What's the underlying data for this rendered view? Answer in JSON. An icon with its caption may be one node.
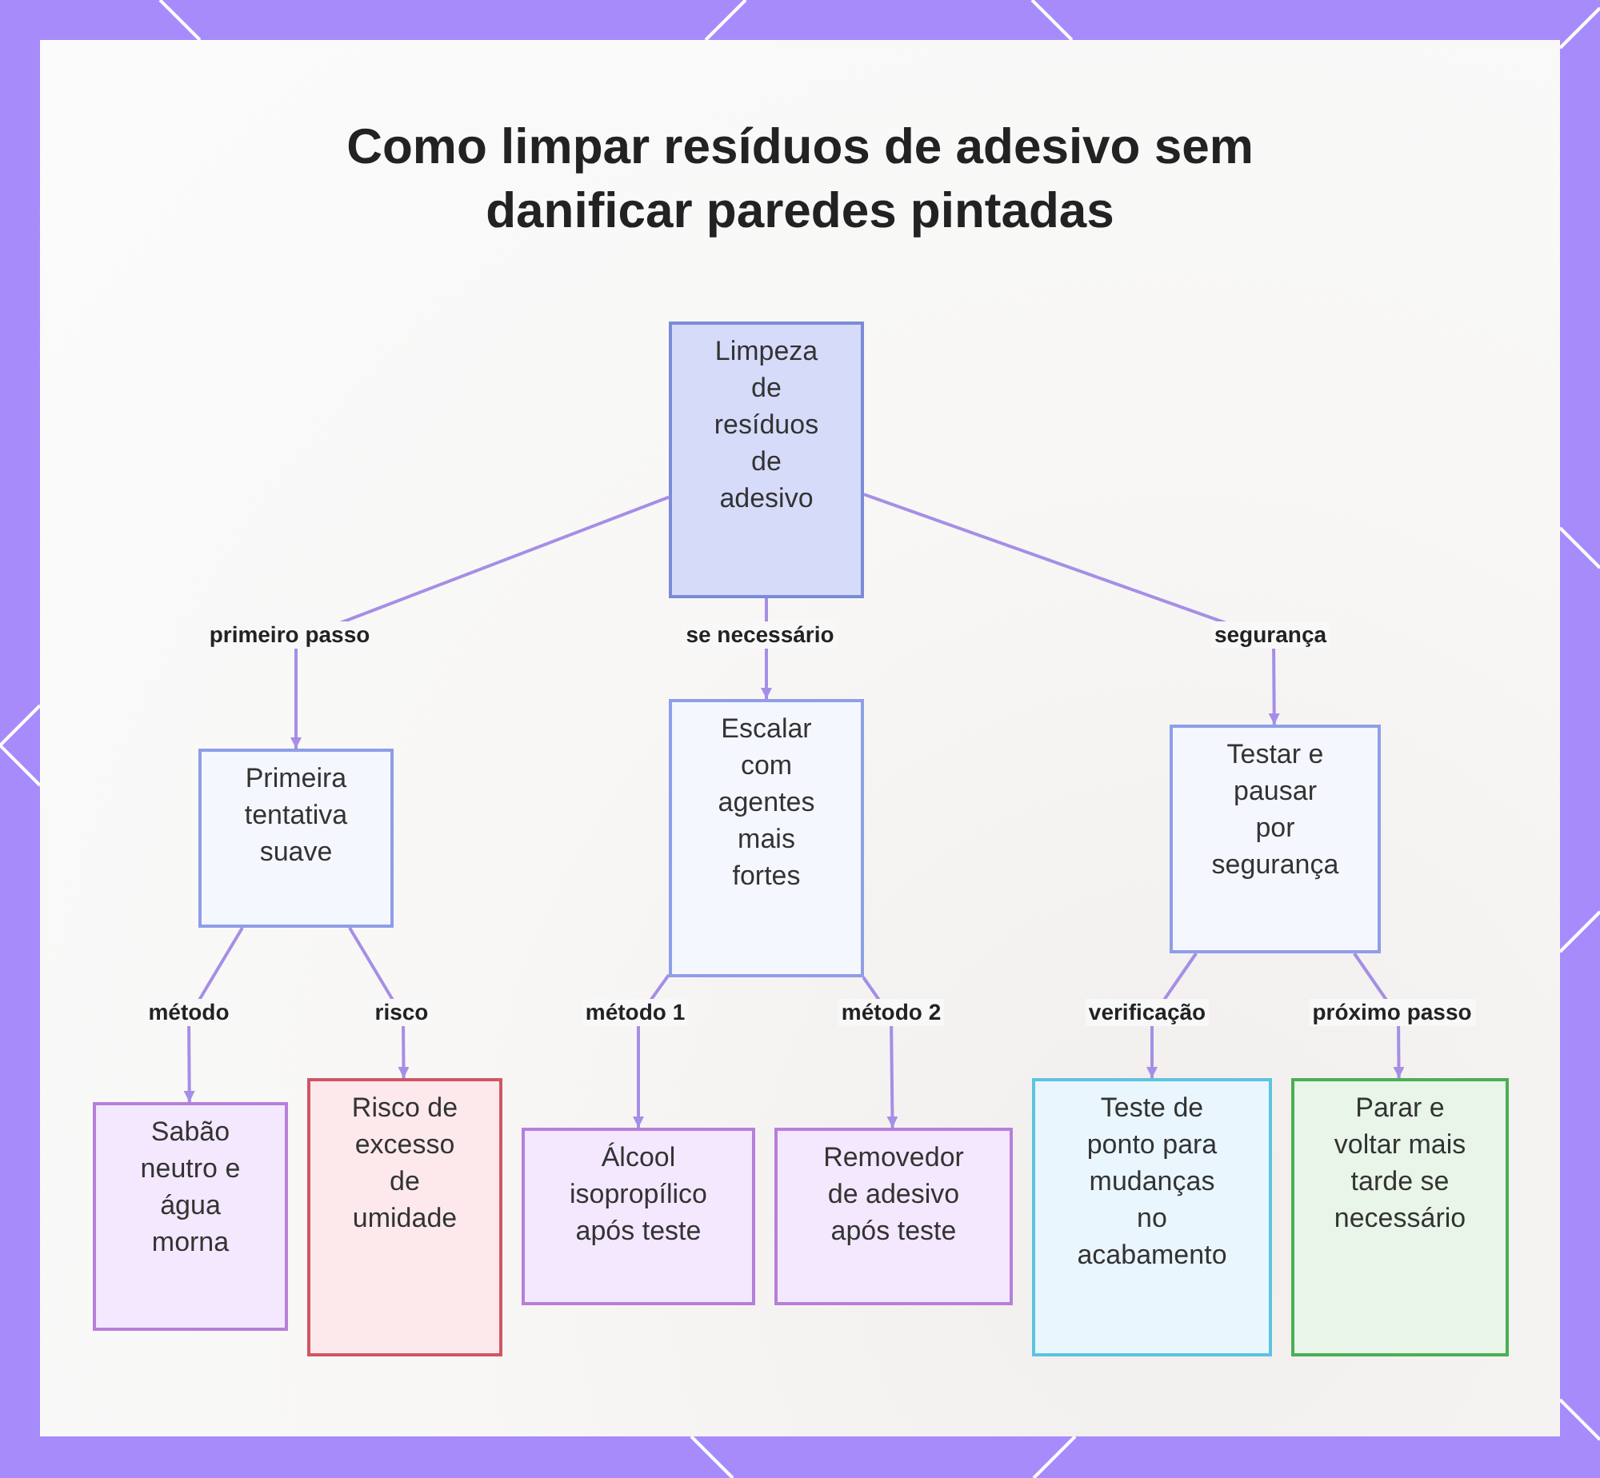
{
  "diagram": {
    "title": "Como limpar resíduos de adesivo sem danificar paredes pintadas",
    "nodes": [
      {
        "text": [
          "Limpeza de resíduos de adesivo"
        ]
      },
      {
        "text": [
          "Primeira tentativa suave"
        ]
      },
      {
        "text": [
          "Escalar com agentes mais fortes"
        ]
      },
      {
        "text": [
          "Testar e pausar por segurança"
        ]
      },
      {
        "text": [
          "Sabão neutro e água morna"
        ]
      },
      {
        "text": [
          "Risco de excesso de umidade"
        ]
      },
      {
        "text": [
          "Álcool isopropílico após teste"
        ]
      },
      {
        "text": [
          "Removedor de adesivo após teste"
        ]
      },
      {
        "text": [
          "Teste de ponto para mudanças no acabamento"
        ]
      },
      {
        "text": [
          "Parar e voltar mais tarde se necessário"
        ]
      }
    ],
    "edges": [
      {
        "from": 0,
        "to": 1,
        "arrow": "to",
        "label": "primeiro passo"
      },
      {
        "from": 0,
        "to": 2,
        "arrow": "to",
        "label": "se necessário"
      },
      {
        "from": 0,
        "to": 3,
        "arrow": "to",
        "label": "segurança"
      },
      {
        "from": 1,
        "to": 4,
        "arrow": "to",
        "label": "método"
      },
      {
        "from": 1,
        "to": 5,
        "arrow": "to",
        "label": "risco"
      },
      {
        "from": 2,
        "to": 6,
        "arrow": "to",
        "label": "método 1"
      },
      {
        "from": 2,
        "to": 7,
        "arrow": "to",
        "label": "método 2"
      },
      {
        "from": 3,
        "to": 8,
        "arrow": "to",
        "label": "verificação"
      },
      {
        "from": 3,
        "to": 9,
        "arrow": "to",
        "label": "próximo passo"
      }
    ]
  }
}
